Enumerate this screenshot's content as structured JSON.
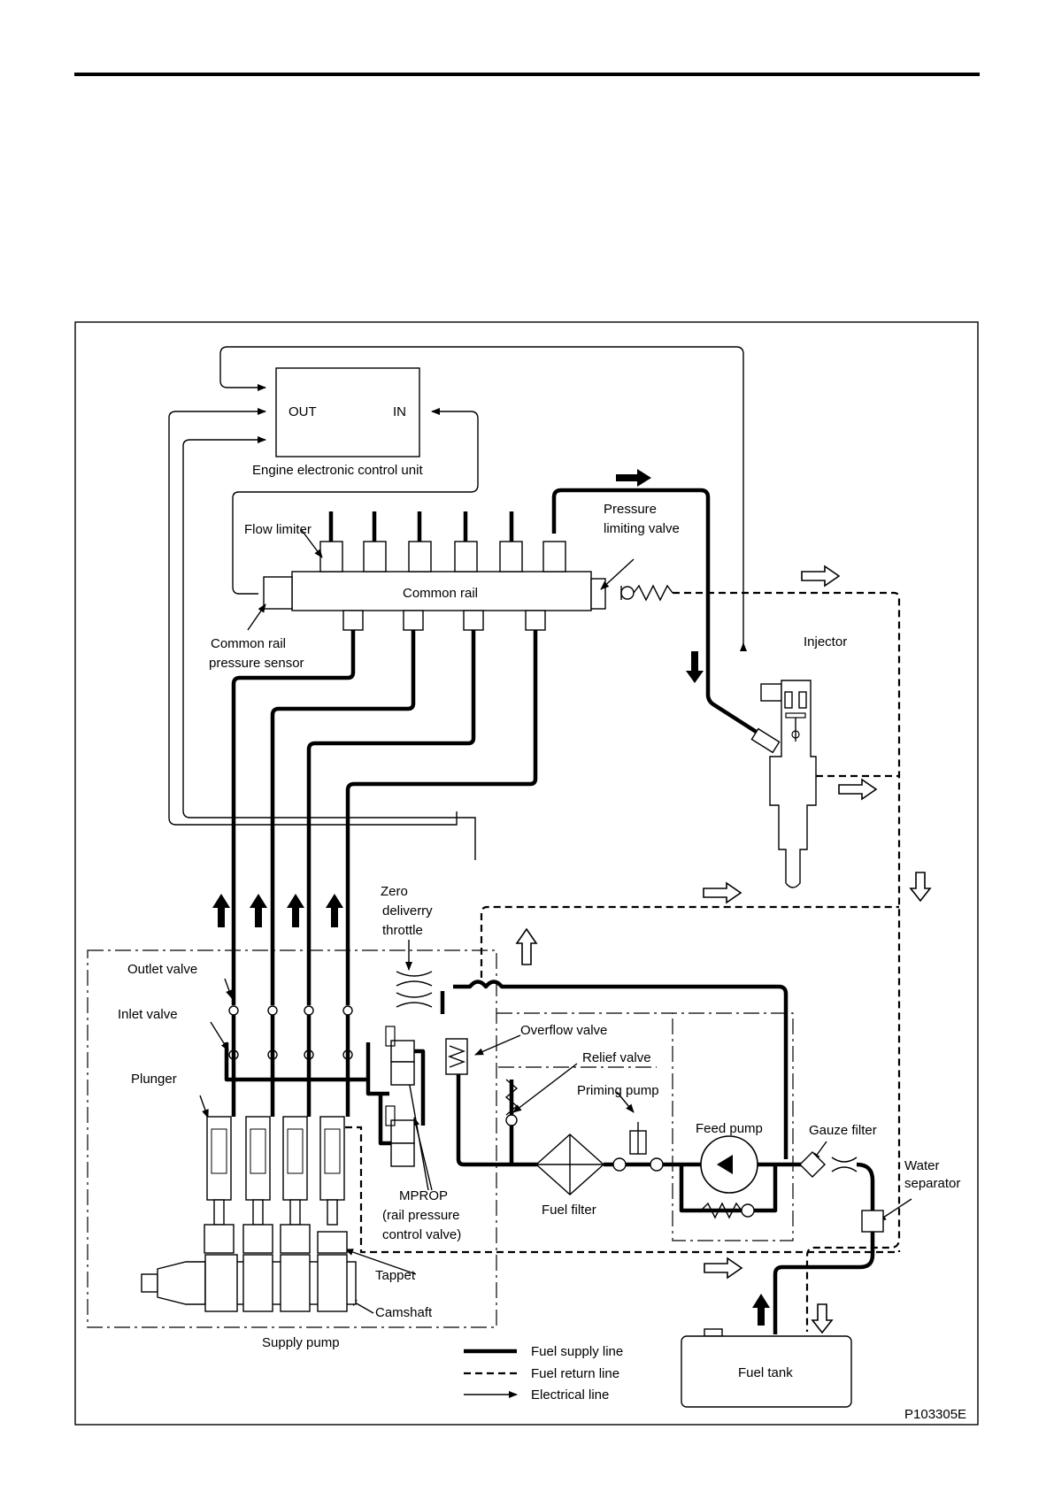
{
  "ecu": {
    "out": "OUT",
    "in": "IN",
    "label": "Engine electronic control unit"
  },
  "labels": {
    "flow_limiter": "Flow limiter",
    "pressure_limiting_valve": [
      "Pressure",
      "limiting valve"
    ],
    "common_rail": "Common rail",
    "common_rail_pressure_sensor": [
      "Common rail",
      "pressure sensor"
    ],
    "injector": "Injector",
    "zero_delivery_throttle": [
      "Zero",
      "deliverry",
      "throttle"
    ],
    "outlet_valve": "Outlet valve",
    "inlet_valve": "Inlet valve",
    "plunger": "Plunger",
    "overflow_valve": "Overflow valve",
    "relief_valve": "Relief valve",
    "priming_pump": "Priming pump",
    "feed_pump": "Feed pump",
    "gauze_filter": "Gauze filter",
    "water_separator": [
      "Water",
      "separator"
    ],
    "fuel_filter": "Fuel filter",
    "mprop": [
      "MPROP",
      "(rail pressure",
      "control valve)"
    ],
    "tappet": "Tappet",
    "camshaft": "Camshaft",
    "supply_pump": "Supply pump",
    "fuel_tank": "Fuel tank"
  },
  "legend": {
    "supply": "Fuel supply line",
    "return": "Fuel return line",
    "electrical": "Electrical line"
  },
  "figure_id": "P103305E"
}
